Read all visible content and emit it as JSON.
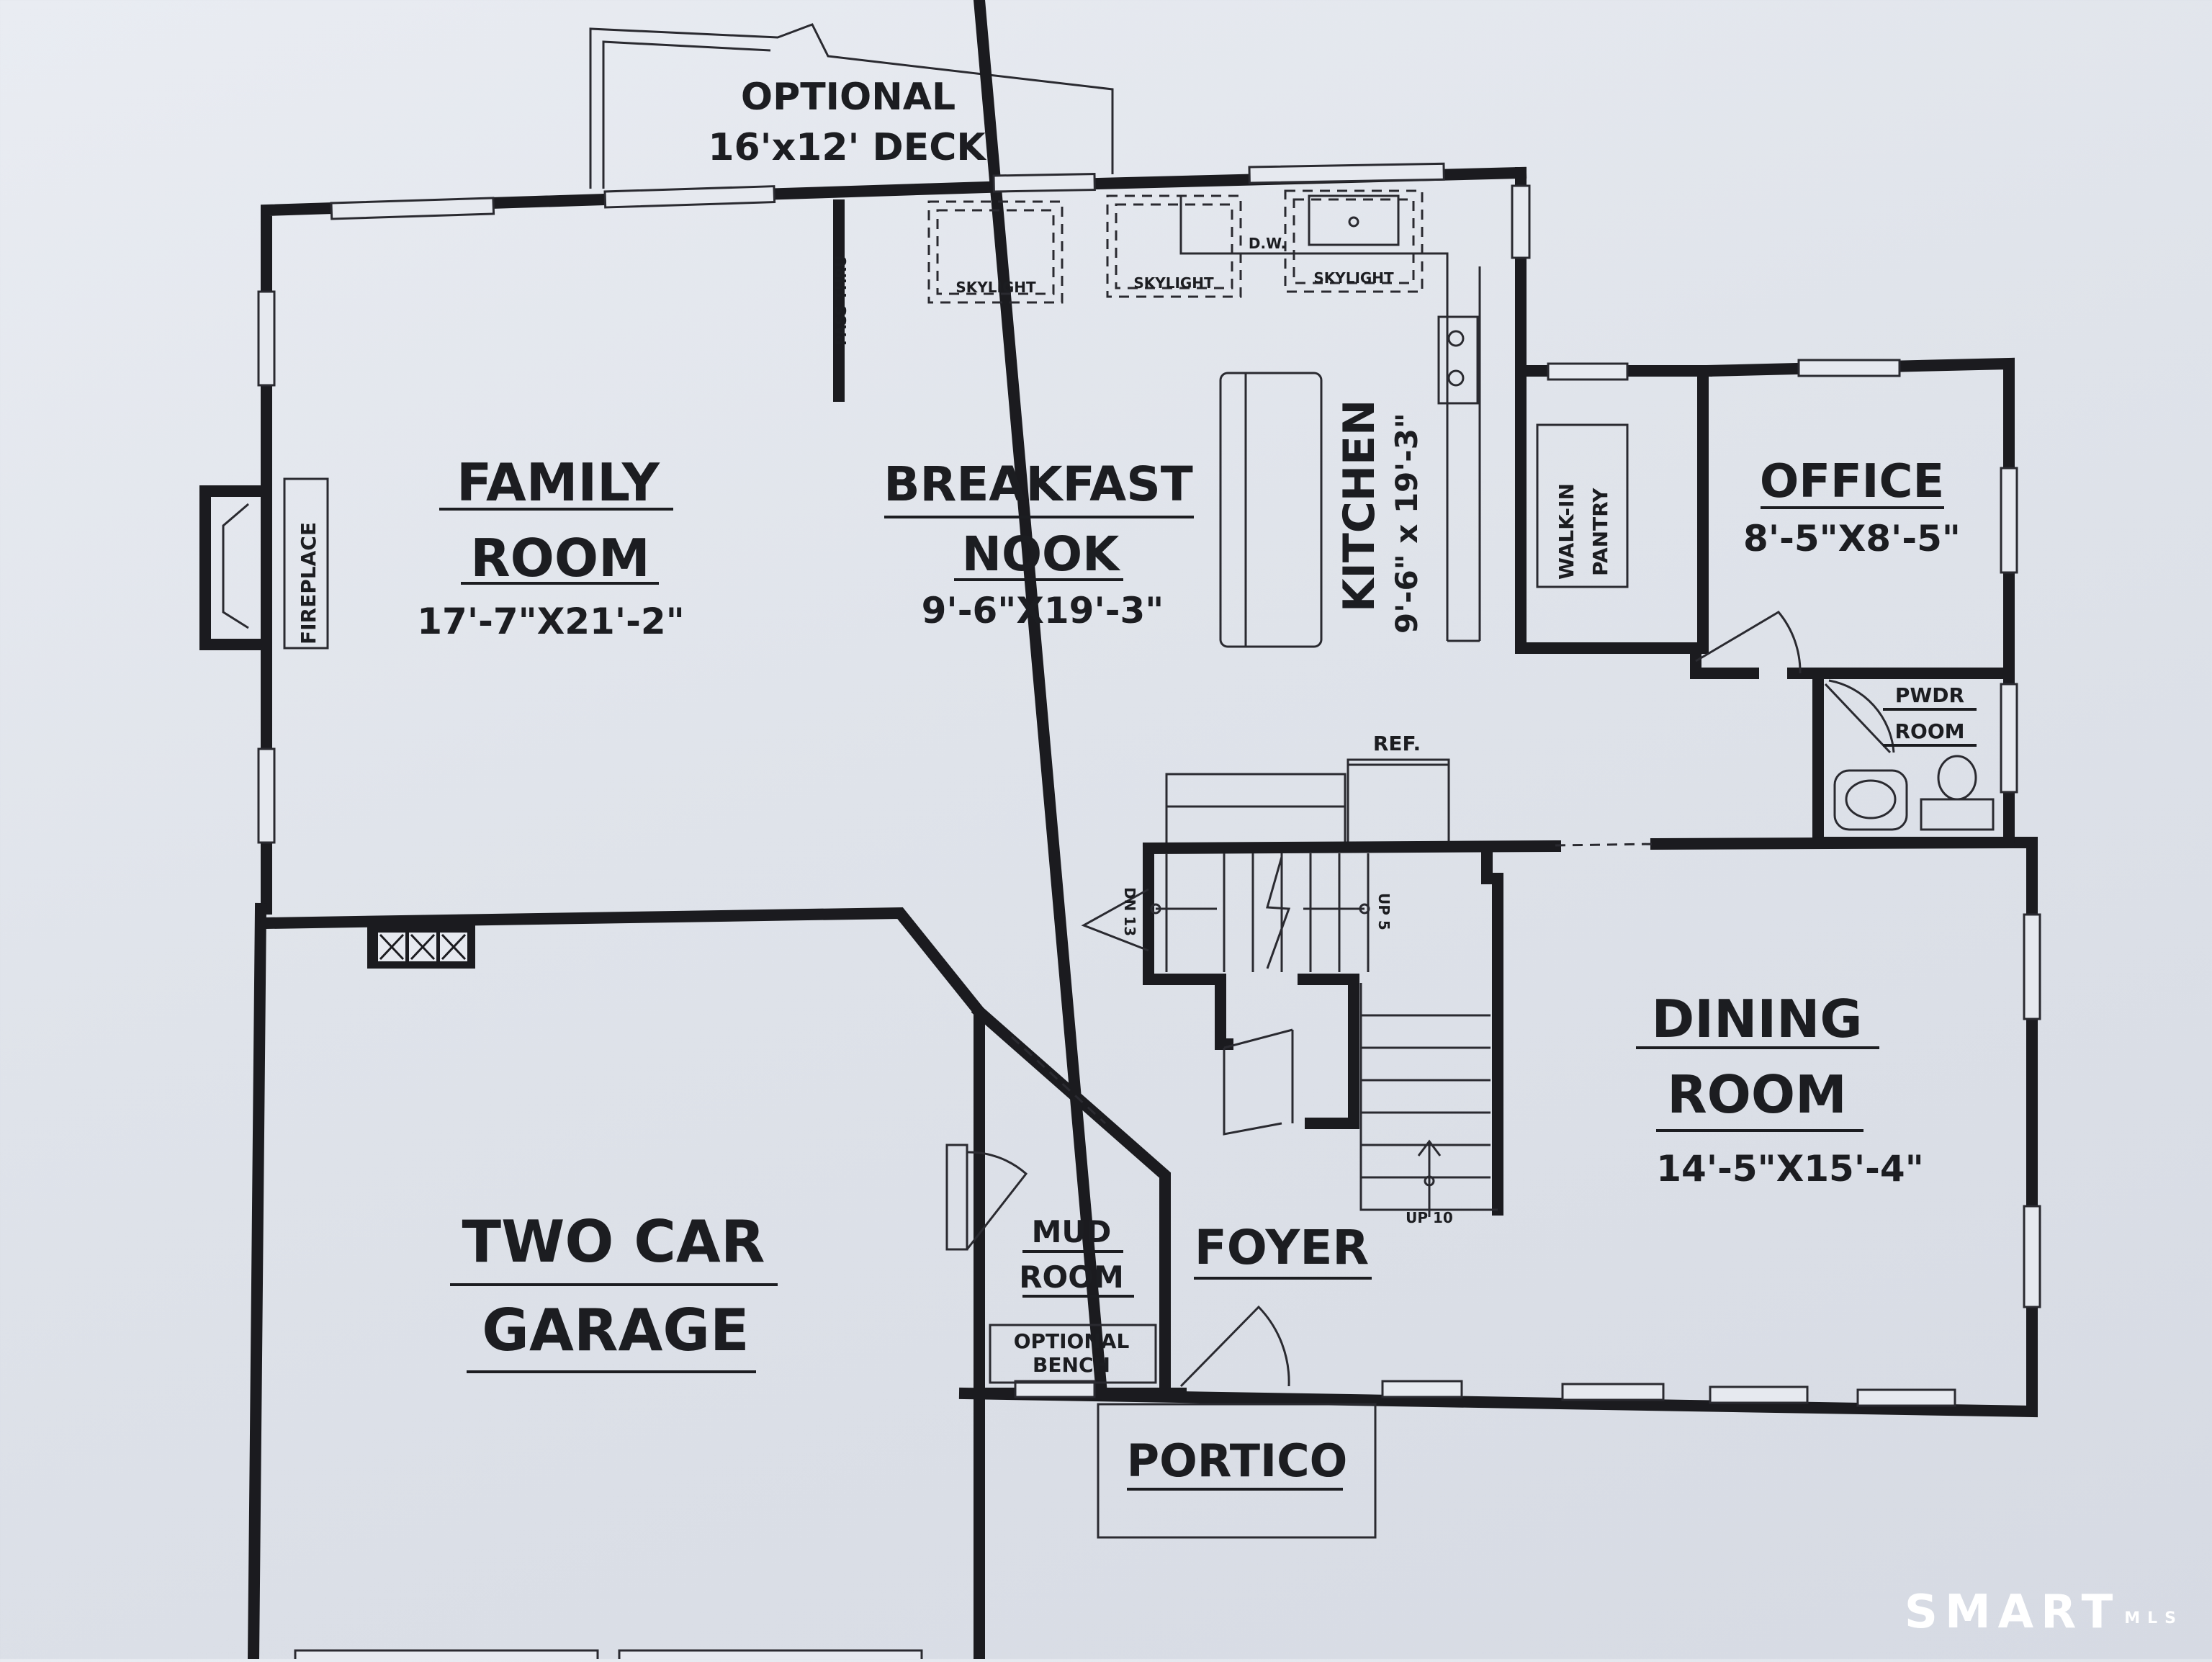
{
  "deck": {
    "line1": "OPTIONAL",
    "line2": "16'x12' DECK"
  },
  "rooms": {
    "family": {
      "line1": "FAMILY",
      "line2": "ROOM",
      "dims": "17'-7\"X21'-2\""
    },
    "breakfast": {
      "line1": "BREAKFAST",
      "line2": "NOOK",
      "dims": "9'-6\"X19'-3\""
    },
    "kitchen": {
      "name": "KITCHEN",
      "dims": "9'-6\" x 19'-3\""
    },
    "pantry": {
      "line1": "WALK-IN",
      "line2": "PANTRY"
    },
    "office": {
      "name": "OFFICE",
      "dims": "8'-5\"X8'-5\""
    },
    "powder": {
      "line1": "PWDR",
      "line2": "ROOM"
    },
    "dining": {
      "line1": "DINING",
      "line2": "ROOM",
      "dims": "14'-5\"X15'-4\""
    },
    "garage": {
      "line1": "TWO CAR",
      "line2": "GARAGE"
    },
    "mud": {
      "line1": "MUD",
      "line2": "ROOM"
    },
    "foyer": {
      "name": "FOYER"
    },
    "portico": {
      "name": "PORTICO"
    }
  },
  "labels": {
    "fireplace": "FIREPLACE",
    "pass_thru": "PASS THRU",
    "skylight": "SKYLIGHT",
    "dw": "D.W.",
    "ref": "REF.",
    "bench1": "OPTIONAL",
    "bench2": "BENCH",
    "dn13": "DN 13",
    "up5": "UP 5",
    "up10": "UP 10"
  },
  "watermark": {
    "brand": "SMART",
    "sub": "MLS"
  }
}
